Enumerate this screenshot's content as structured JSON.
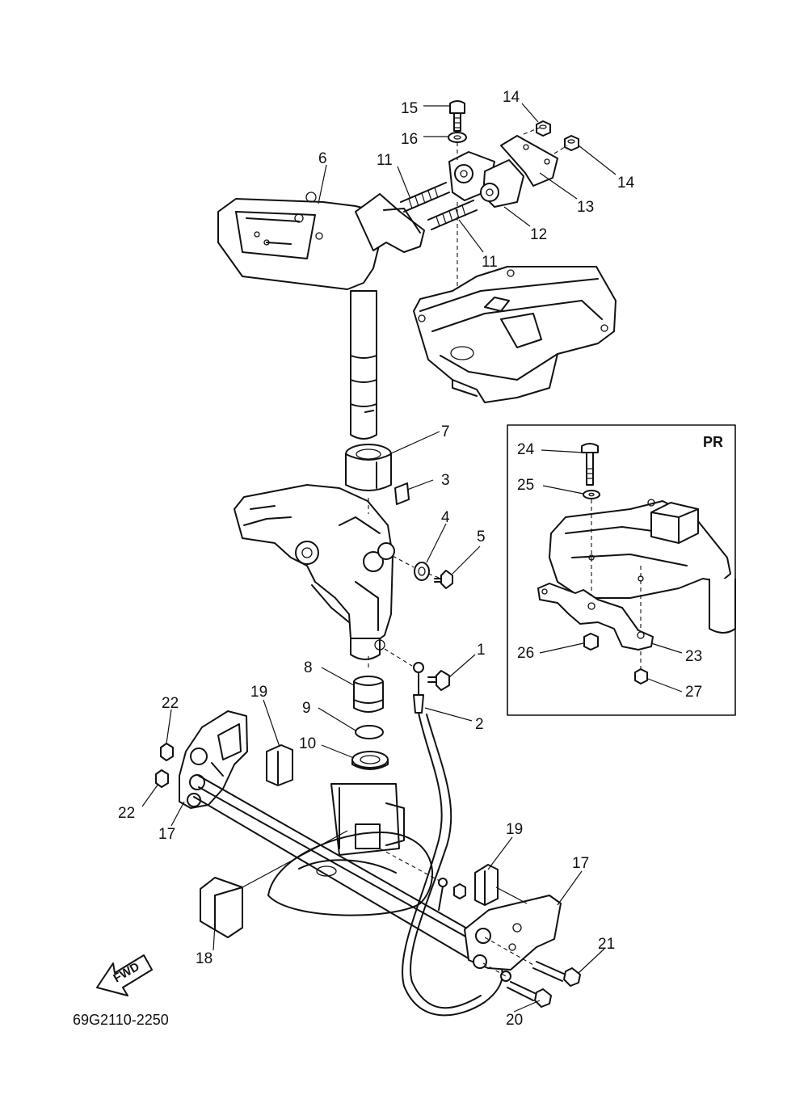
{
  "diagram": {
    "part_code": "69G2110-2250",
    "inset_label": "PR",
    "fwd_label": "FWD",
    "callouts": [
      "1",
      "2",
      "3",
      "4",
      "5",
      "6",
      "7",
      "8",
      "9",
      "10",
      "11",
      "11",
      "12",
      "13",
      "14",
      "14",
      "15",
      "16",
      "17",
      "17",
      "18",
      "19",
      "19",
      "20",
      "21",
      "22",
      "22",
      "23",
      "24",
      "25",
      "26",
      "27"
    ]
  }
}
